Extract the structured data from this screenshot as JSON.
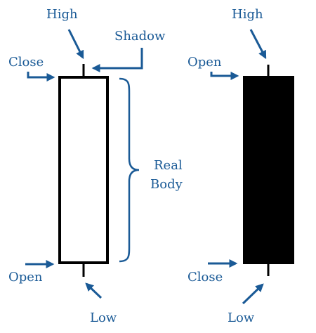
{
  "accent_color": "#1a5a96",
  "bullish": {
    "high_label": "High",
    "shadow_label": "Shadow",
    "close_label": "Close",
    "open_label": "Open",
    "low_label": "Low",
    "real_body_label_line1": "Real",
    "real_body_label_line2": "Body",
    "body_fill": "#ffffff"
  },
  "bearish": {
    "high_label": "High",
    "open_label": "Open",
    "close_label": "Close",
    "low_label": "Low",
    "body_fill": "#000000"
  }
}
